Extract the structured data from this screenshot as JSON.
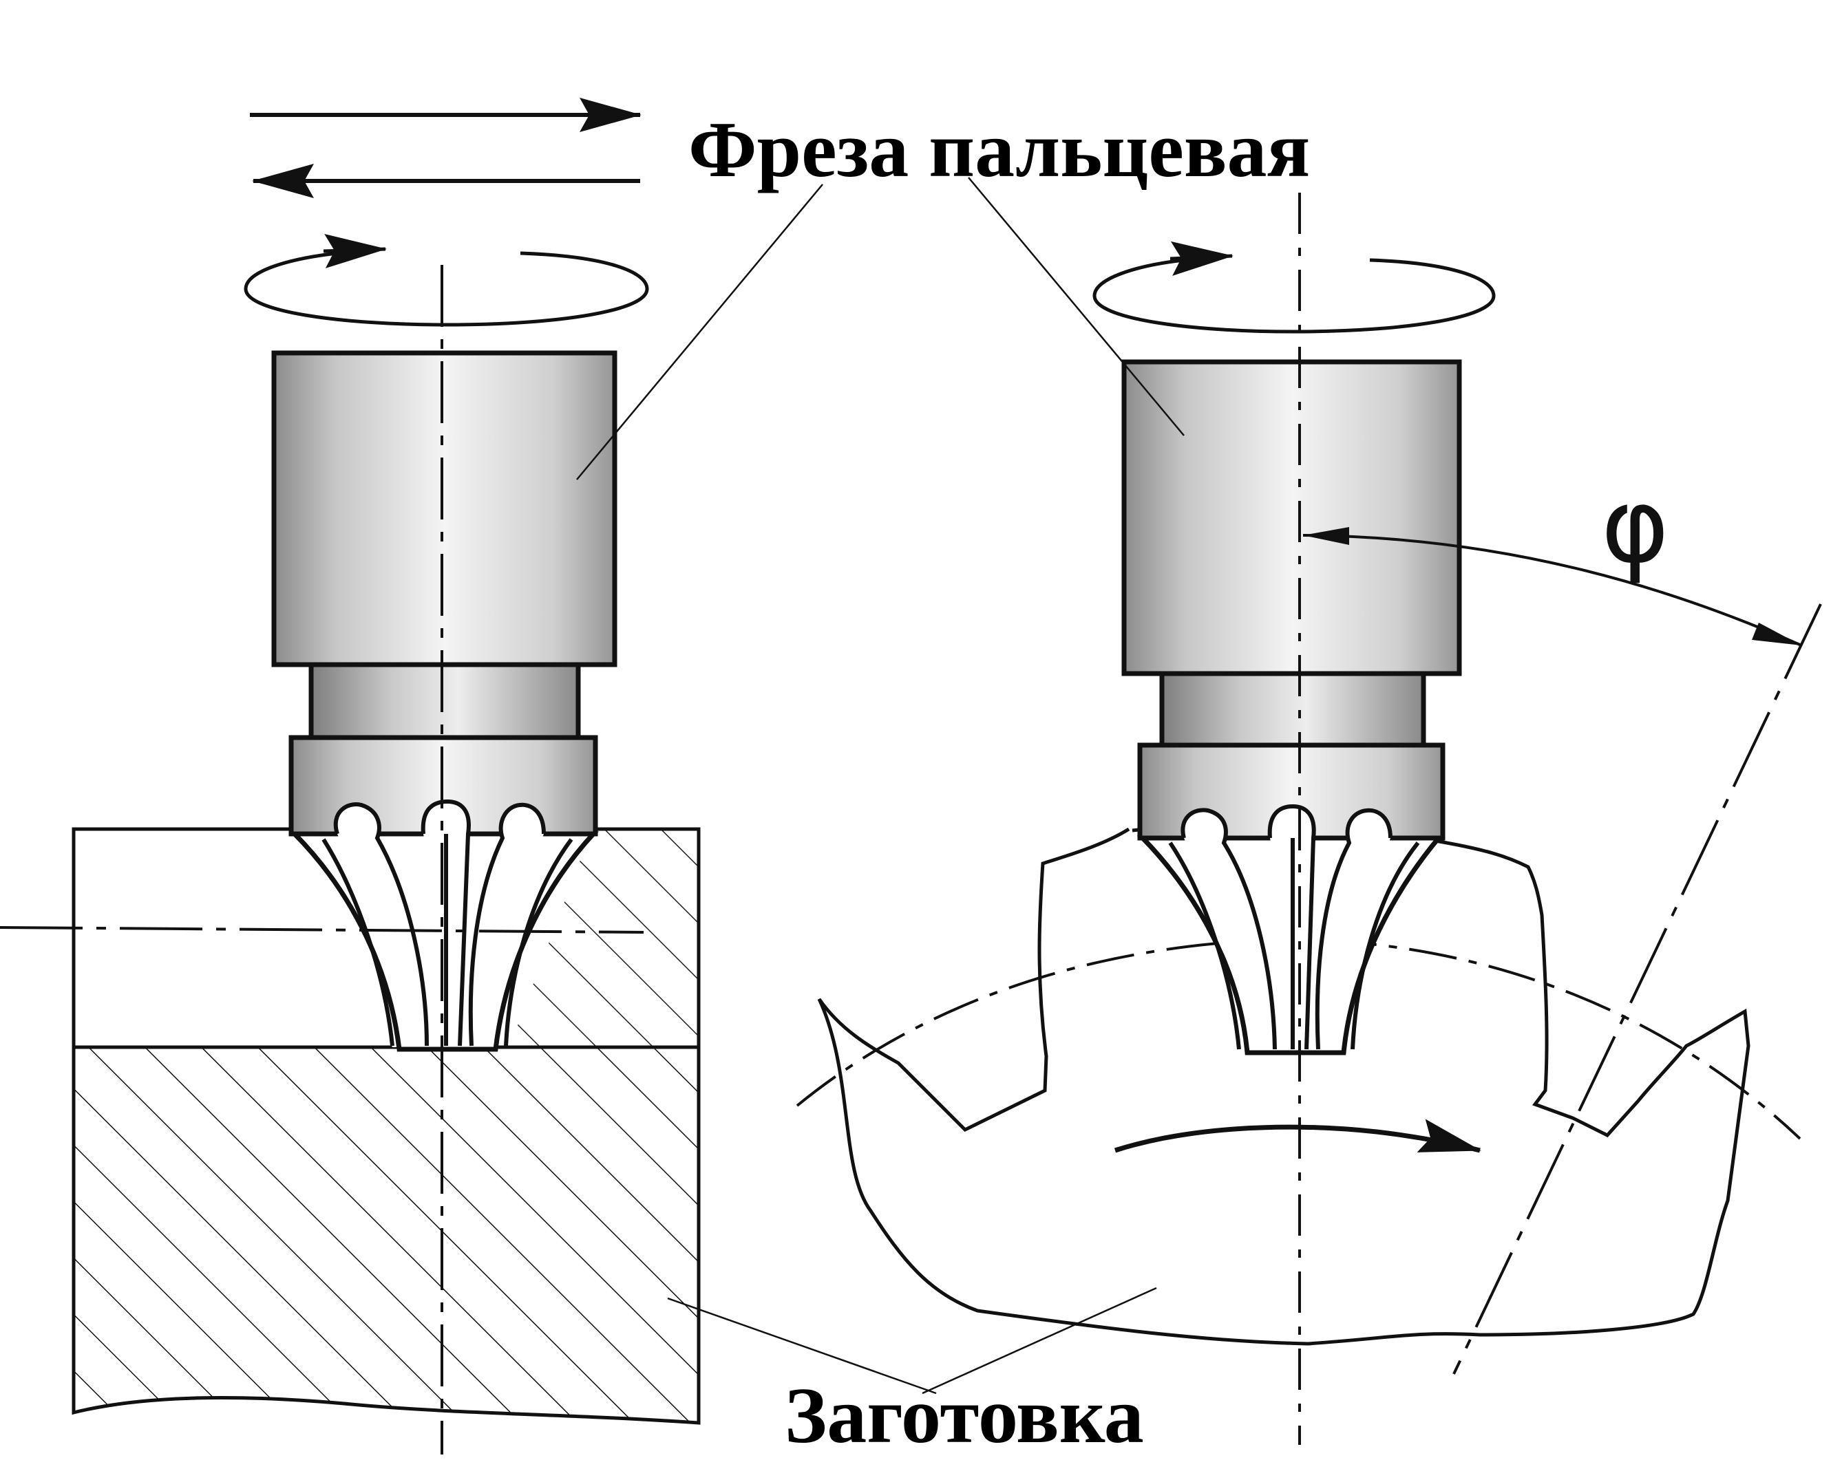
{
  "labels": {
    "cutter": "Фреза пальцевая",
    "blank": "Заготовка",
    "angle": "φ"
  },
  "colors": {
    "ink": "#111111",
    "shade_light": "#f2f2f2",
    "shade_dark": "#9a9a9a",
    "background": "#ffffff"
  }
}
